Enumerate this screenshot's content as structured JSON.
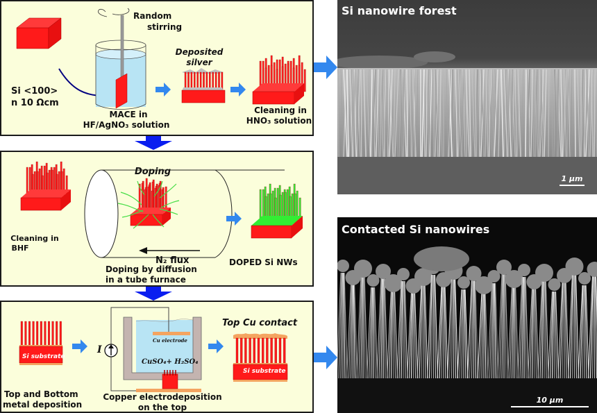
{
  "colors": {
    "panel_bg": "#fbfedb",
    "silicon_red": "#ff1a1a",
    "doped_green": "#33ee33",
    "flow_arrow_blue": "#3388ee",
    "step_arrow_blue": "#0a1ef0",
    "solution_blue": "#b8e4f4",
    "copper": "#f4a460"
  },
  "panel1": {
    "wafer_label_line1": "Si <100>",
    "wafer_label_line2": "n 10 Ωcm",
    "stirring_line1": "Random",
    "stirring_line2": "stirring",
    "mace_line1": "MACE in",
    "mace_line2": "HF/AgNO₃  solution",
    "silver_line1": "Deposited",
    "silver_line2": "silver",
    "clean_line1": "Cleaning in",
    "clean_line2": "HNO₃ solution"
  },
  "panel2": {
    "bhf_line1": "Cleaning in",
    "bhf_line2": "BHF",
    "doping_label": "Doping",
    "flux_label": "N₂ flux",
    "doped_label": "DOPED Si NWs",
    "caption_line1": "Doping by diffusion",
    "caption_line2": "in a tube furnace"
  },
  "panel3": {
    "substrate_label": "Si substrate",
    "deposition_line1": "Top and Bottom",
    "deposition_line2": "metal deposition",
    "current_symbol": "I",
    "electrode_label": "Cu electrode",
    "electrolyte_label": "CuSO₄+ H₂SO₄",
    "electro_line1": "Copper electrodeposition",
    "electro_line2": "on the top",
    "top_contact_label": "Top Cu contact",
    "substrate_label_2": "Si substrate"
  },
  "sem_images": [
    {
      "title": "Si nanowire forest",
      "scale_bar": "1 μm"
    },
    {
      "title": "Contacted Si nanowires",
      "scale_bar": "10 μm"
    }
  ]
}
